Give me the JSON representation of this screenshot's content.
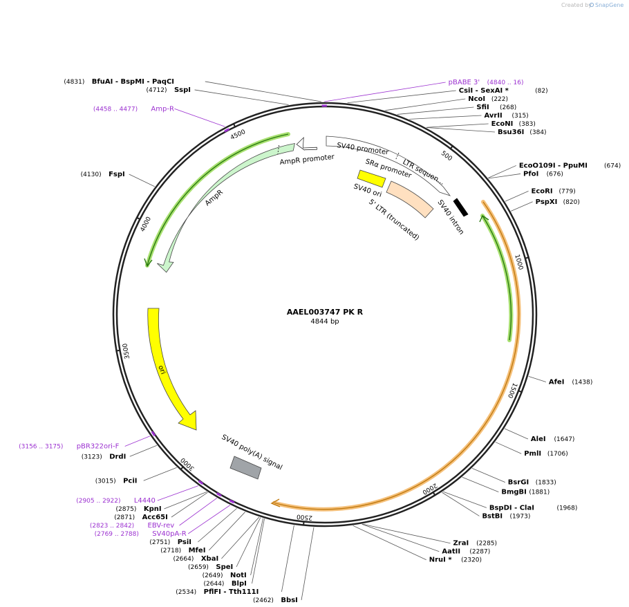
{
  "credit": {
    "prefix": "Created by",
    "brand": "SnapGene"
  },
  "plasmid": {
    "name": "AAEL003747 PK R",
    "length_label": "4844 bp",
    "length": 4844
  },
  "ticks": [
    {
      "pos": 500,
      "label": "500"
    },
    {
      "pos": 1000,
      "label": "1000"
    },
    {
      "pos": 1500,
      "label": "1500"
    },
    {
      "pos": 2000,
      "label": "2000"
    },
    {
      "pos": 2500,
      "label": "2500"
    },
    {
      "pos": 3000,
      "label": "3000"
    },
    {
      "pos": 3500,
      "label": "3500"
    },
    {
      "pos": 4000,
      "label": "4000"
    },
    {
      "pos": 4500,
      "label": "4500"
    }
  ],
  "enzymes": [
    {
      "name": "BfuAI   - BspMI   - PaqCI",
      "pos_text": "(4831)",
      "site": 4831,
      "side": "left"
    },
    {
      "name": "SspI",
      "pos_text": "(4712)",
      "site": 4712,
      "side": "left"
    },
    {
      "name": "CsiI   - SexAI *",
      "pos_text": "(82)",
      "site": 82,
      "side": "right"
    },
    {
      "name": "NcoI",
      "pos_text": "(222)",
      "site": 222,
      "side": "right"
    },
    {
      "name": "SfiI",
      "pos_text": "(268)",
      "site": 268,
      "side": "right"
    },
    {
      "name": "AvrII",
      "pos_text": "(315)",
      "site": 315,
      "side": "right"
    },
    {
      "name": "EcoNI",
      "pos_text": "(383)",
      "site": 383,
      "side": "right"
    },
    {
      "name": "Bsu36I",
      "pos_text": "(384)",
      "site": 384,
      "side": "right"
    },
    {
      "name": "EcoO109I   - PpuMI",
      "pos_text": "(674)",
      "site": 674,
      "side": "right"
    },
    {
      "name": "PfoI",
      "pos_text": "(676)",
      "site": 676,
      "side": "right"
    },
    {
      "name": "EcoRI",
      "pos_text": "(779)",
      "site": 779,
      "side": "right"
    },
    {
      "name": "PspXI",
      "pos_text": "(820)",
      "site": 820,
      "side": "right"
    },
    {
      "name": "AfeI",
      "pos_text": "(1438)",
      "site": 1438,
      "side": "right"
    },
    {
      "name": "AleI",
      "pos_text": "(1647)",
      "site": 1647,
      "side": "right"
    },
    {
      "name": "PmlI",
      "pos_text": "(1706)",
      "site": 1706,
      "side": "right"
    },
    {
      "name": "BsrGI",
      "pos_text": "(1833)",
      "site": 1833,
      "side": "right"
    },
    {
      "name": "BmgBI",
      "pos_text": "(1881)",
      "site": 1881,
      "side": "right"
    },
    {
      "name": "BspDI   - ClaI",
      "pos_text": "(1968)",
      "site": 1968,
      "side": "right"
    },
    {
      "name": "BstBI",
      "pos_text": "(1973)",
      "site": 1973,
      "side": "right"
    },
    {
      "name": "ZraI",
      "pos_text": "(2285)",
      "site": 2285,
      "side": "right"
    },
    {
      "name": "AatII",
      "pos_text": "(2287)",
      "site": 2287,
      "side": "right"
    },
    {
      "name": "NruI *",
      "pos_text": "(2320)",
      "site": 2320,
      "side": "right"
    },
    {
      "name": "BbsI",
      "pos_text": "(2462)",
      "site": 2462,
      "side": "left"
    },
    {
      "name": "PflFI   - Tth111I",
      "pos_text": "(2534)",
      "site": 2534,
      "side": "left"
    },
    {
      "name": "BlpI",
      "pos_text": "(2644)",
      "site": 2644,
      "side": "left"
    },
    {
      "name": "NotI",
      "pos_text": "(2649)",
      "site": 2649,
      "side": "left"
    },
    {
      "name": "SpeI",
      "pos_text": "(2659)",
      "site": 2659,
      "side": "left"
    },
    {
      "name": "XbaI",
      "pos_text": "(2664)",
      "site": 2664,
      "side": "left"
    },
    {
      "name": "MfeI",
      "pos_text": "(2718)",
      "site": 2718,
      "side": "left"
    },
    {
      "name": "PsiI",
      "pos_text": "(2751)",
      "site": 2751,
      "side": "left"
    },
    {
      "name": "Acc65I",
      "pos_text": "(2871)",
      "site": 2871,
      "side": "left"
    },
    {
      "name": "KpnI",
      "pos_text": "(2875)",
      "site": 2875,
      "side": "left"
    },
    {
      "name": "PciI",
      "pos_text": "(3015)",
      "site": 3015,
      "side": "left"
    },
    {
      "name": "DrdI",
      "pos_text": "(3123)",
      "site": 3123,
      "side": "left"
    },
    {
      "name": "FspI",
      "pos_text": "(4130)",
      "site": 4130,
      "side": "left"
    }
  ],
  "primers": [
    {
      "name": "pBABE 3'",
      "pos_text": "(4840 .. 16)",
      "site": 4842,
      "side": "right"
    },
    {
      "name": "Amp-R",
      "pos_text": "(4458 .. 4477)",
      "site": 4467,
      "side": "left"
    },
    {
      "name": "pBR322ori-F",
      "pos_text": "(3156 .. 3175)",
      "site": 3165,
      "side": "left"
    },
    {
      "name": "L4440",
      "pos_text": "(2905 .. 2922)",
      "site": 2913,
      "side": "left"
    },
    {
      "name": "EBV-rev",
      "pos_text": "(2823 .. 2842)",
      "site": 2832,
      "side": "left"
    },
    {
      "name": "SV40pA-R",
      "pos_text": "(2769 .. 2788)",
      "site": 2778,
      "side": "left"
    }
  ],
  "features": [
    {
      "name": "AmpR promoter",
      "color": "#ffffff"
    },
    {
      "name": "AmpR",
      "color": "#ccf5cc"
    },
    {
      "name": "SV40 promoter",
      "color": "#ffffff"
    },
    {
      "name": "LTR sequen...",
      "color": "#ffffff"
    },
    {
      "name": "SRα promoter",
      "color": "#ffffff"
    },
    {
      "name": "SV40 ori",
      "color": "#ffff00"
    },
    {
      "name": "5' LTR (truncated)",
      "color": "#ffe0c0"
    },
    {
      "name": "SV40 intron",
      "color": "#000000"
    },
    {
      "name": "ori",
      "color": "#ffff00"
    },
    {
      "name": "SV40 poly(A) signal",
      "color": "#a0a4a8"
    }
  ],
  "colors": {
    "backbone": "#222222",
    "primer": "#9b30d0",
    "orf_highlight": "#f5c07a",
    "orf_arrow": "#c07a10",
    "ampr_highlight": "#a8e070",
    "ampr_arrow": "#2a7a10"
  }
}
